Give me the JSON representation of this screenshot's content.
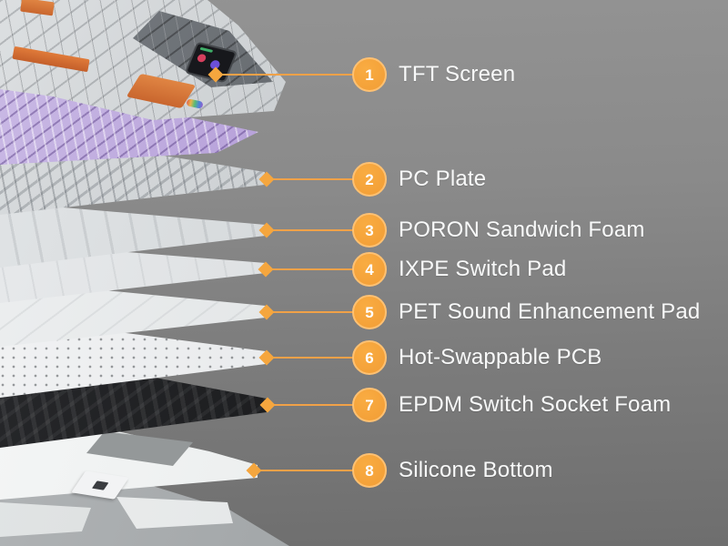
{
  "callouts": {
    "items": [
      {
        "number": "1",
        "label": "TFT Screen"
      },
      {
        "number": "2",
        "label": "PC Plate"
      },
      {
        "number": "3",
        "label": "PORON Sandwich Foam"
      },
      {
        "number": "4",
        "label": "IXPE Switch Pad"
      },
      {
        "number": "5",
        "label": "PET Sound Enhancement Pad"
      },
      {
        "number": "6",
        "label": "Hot-Swappable PCB"
      },
      {
        "number": "7",
        "label": "EPDM Switch Socket Foam"
      },
      {
        "number": "8",
        "label": "Silicone Bottom"
      }
    ]
  },
  "colors": {
    "accent_orange": "#F6A53F",
    "badge_ring": "#FFC172",
    "label_text": "#F8F9F9",
    "switch_purple": "#AB92D2",
    "background_top": "#939393",
    "background_bottom": "#6E6E6E"
  }
}
